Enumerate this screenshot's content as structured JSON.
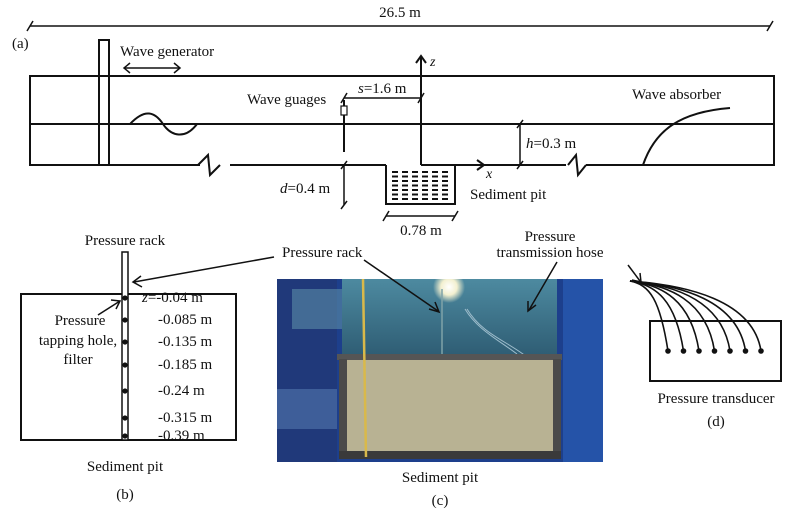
{
  "panel_a": {
    "label": "(a)",
    "total_length": "26.5 m",
    "wave_generator": "Wave generator",
    "wave_gauges": "Wave guages",
    "s_label": "s=1.6 m",
    "z_axis": "z",
    "x_axis": "x",
    "wave_absorber": "Wave absorber",
    "h_label": "h=0.3 m",
    "d_label": "d=0.4 m",
    "sediment_pit": "Sediment pit",
    "pit_width": "0.78 m"
  },
  "panel_b": {
    "label": "(b)",
    "title": "Pressure rack",
    "tapping_label_lines": [
      "Pressure",
      "tapping hole,",
      "filter"
    ],
    "depths": [
      "z=-0.04 m",
      "-0.085 m",
      "-0.135 m",
      "-0.185 m",
      "-0.24 m",
      "-0.315 m",
      "-0.39 m"
    ],
    "caption": "Sediment pit"
  },
  "panel_c": {
    "label": "(c)",
    "pressure_rack": "Pressure rack",
    "hose_lines": [
      "Pressure",
      "transmission hose"
    ],
    "caption": "Sediment pit",
    "colors": {
      "frame_blue": "#1d3f8c",
      "sand": "#b8b293",
      "glass": "#3d6e86"
    }
  },
  "panel_d": {
    "label": "(d)",
    "caption": "Pressure transducer",
    "hose_count": 7
  }
}
